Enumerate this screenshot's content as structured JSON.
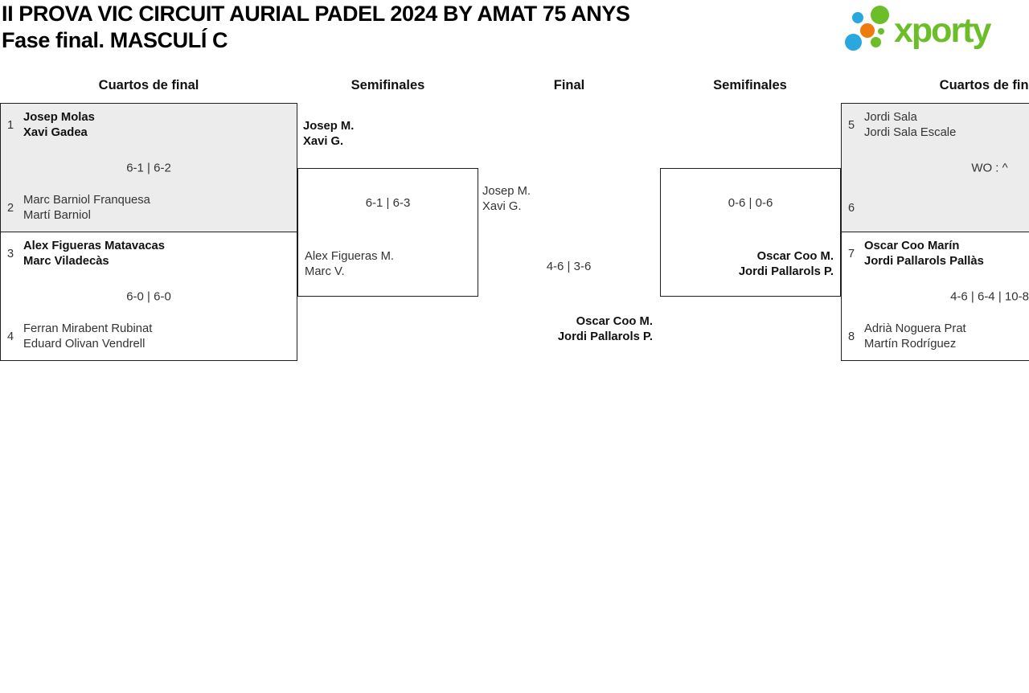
{
  "header": {
    "title_line1": "II PROVA VIC CIRCUIT AURIAL PADEL 2024 BY AMAT 75 ANYS",
    "title_line2": "Fase final. MASCULÍ C",
    "logo_text": "xporty"
  },
  "colors": {
    "logo_green": "#6cbe29",
    "logo_blue": "#29a8df",
    "logo_orange": "#ec7c10",
    "box_grey": "#ececec",
    "box_border": "#1f1f1f"
  },
  "rounds": [
    "Cuartos de final",
    "Semifinales",
    "Final",
    "Semifinales",
    "Cuartos de final"
  ],
  "bracket": {
    "qf1": {
      "seed_top": "1",
      "top_1": "Josep Molas",
      "top_2": "Xavi Gadea",
      "score": "6-1 | 6-2",
      "seed_bottom": "2",
      "bottom_1": "Marc Barniol Franquesa",
      "bottom_2": "Martí Barniol"
    },
    "qf2": {
      "seed_top": "3",
      "top_1": "Alex Figueras Matavacas",
      "top_2": "Marc Viladecàs",
      "score": "6-0 | 6-0",
      "seed_bottom": "4",
      "bottom_1": "Ferran Mirabent Rubinat",
      "bottom_2": "Eduard Olivan Vendrell"
    },
    "sf_left": {
      "top_1": "Josep M.",
      "top_2": "Xavi G.",
      "score": "6-1 | 6-3",
      "bottom_1": "Alex Figueras M.",
      "bottom_2": "Marc V."
    },
    "final": {
      "top_1": "Josep M.",
      "top_2": "Xavi G.",
      "score": "4-6 | 3-6",
      "winner_1": "Oscar Coo M.",
      "winner_2": "Jordi Pallarols P."
    },
    "sf_right": {
      "score": "0-6 | 0-6",
      "bottom_1": "Oscar Coo M.",
      "bottom_2": "Jordi Pallarols P."
    },
    "qf3": {
      "seed_top": "5",
      "top_1": "Jordi Sala",
      "top_2": "Jordi Sala Escale",
      "score": "WO : ^",
      "seed_bottom": "6",
      "bottom_1": "",
      "bottom_2": ""
    },
    "qf4": {
      "seed_top": "7",
      "top_1": "Oscar Coo Marín",
      "top_2": "Jordi Pallarols Pallàs",
      "score": "4-6 | 6-4 | 10-8",
      "seed_bottom": "8",
      "bottom_1": "Adrià Noguera Prat",
      "bottom_2": "Martín Rodríguez"
    }
  }
}
